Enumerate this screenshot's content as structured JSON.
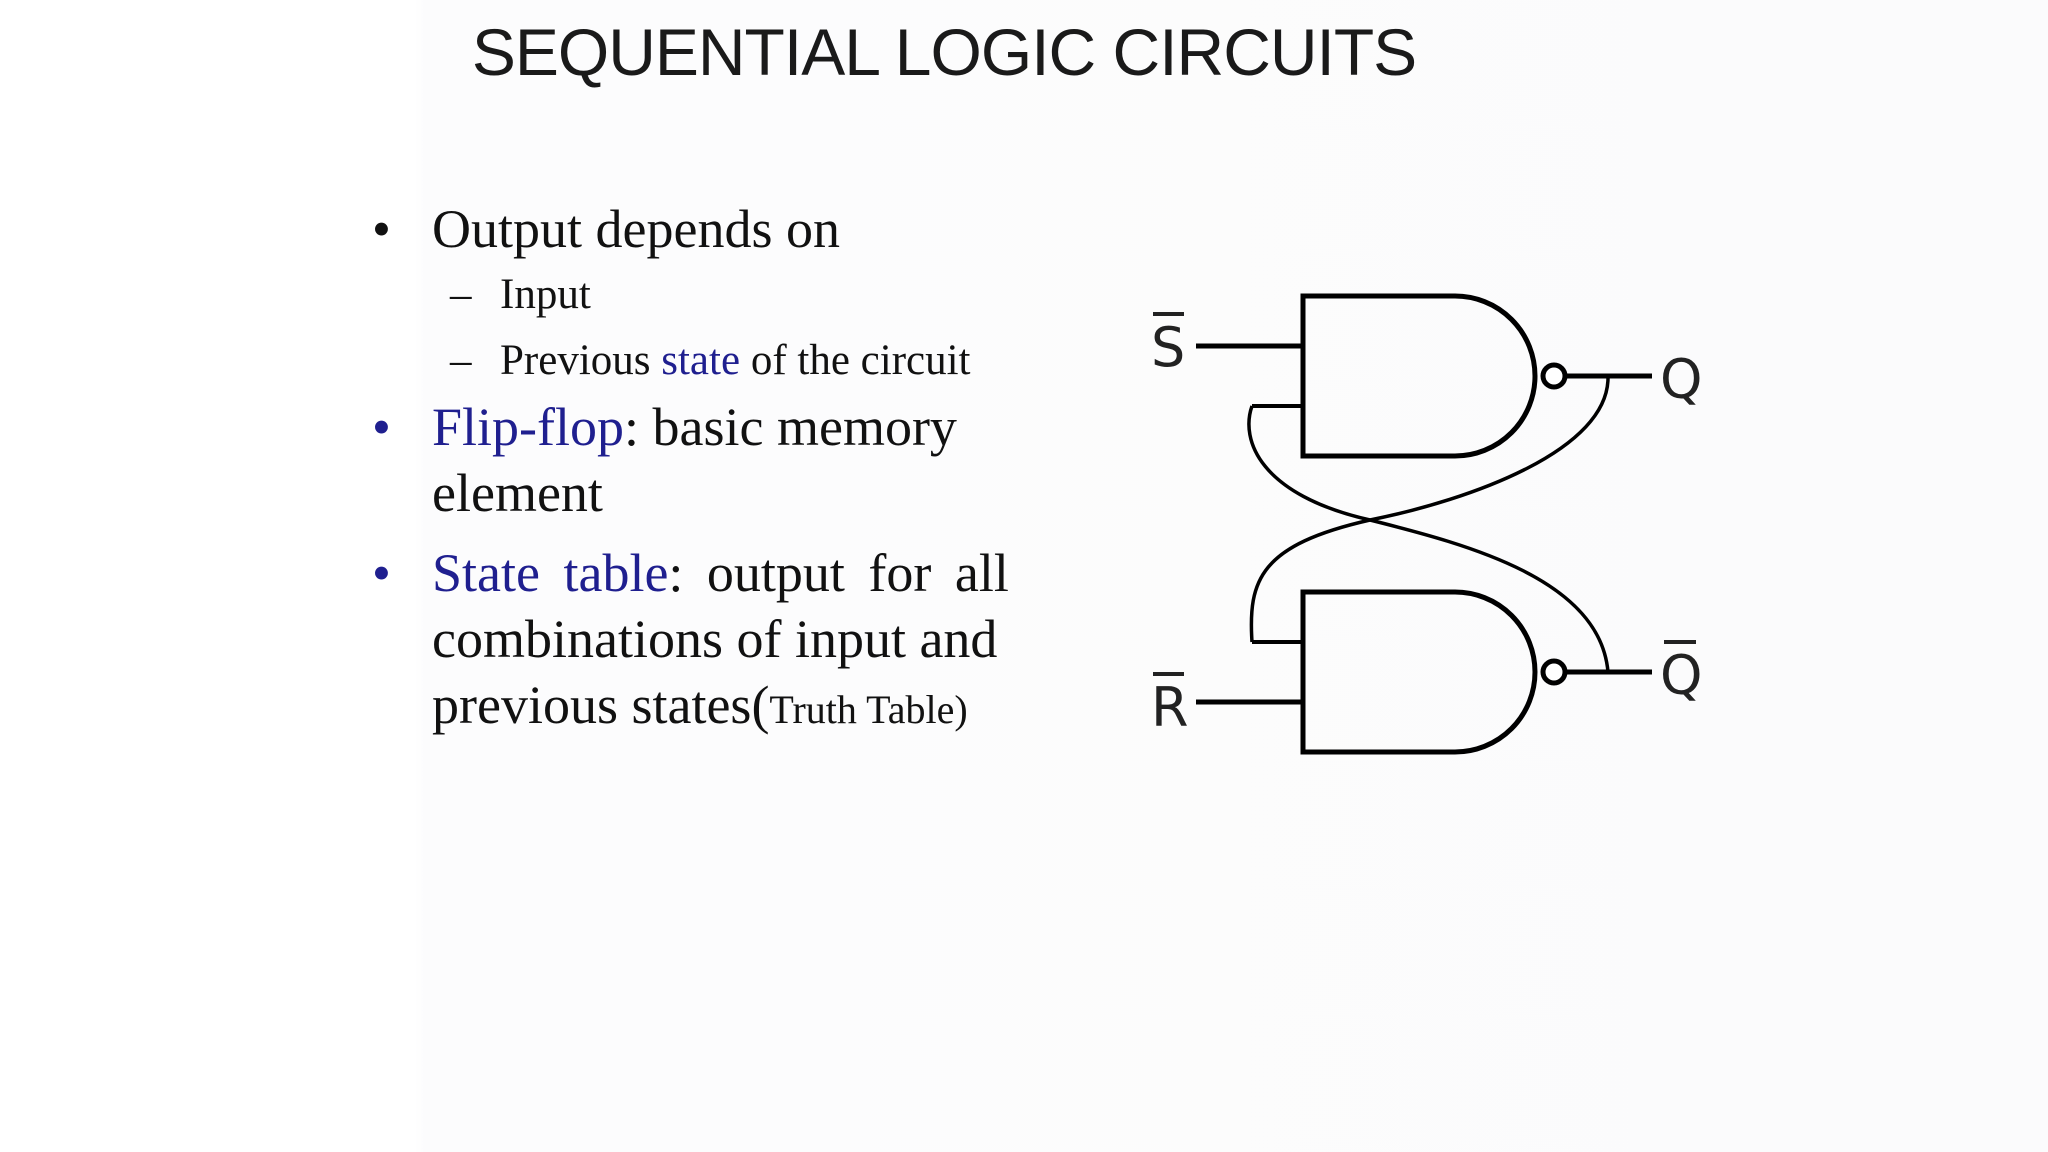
{
  "title": "SEQUENTIAL LOGIC CIRCUITS",
  "bullets": {
    "b1": {
      "text": "Output depends on",
      "subs": [
        "Input",
        "Previous",
        "state",
        "of the circuit"
      ]
    },
    "b2": {
      "term": "Flip-flop",
      "rest_line1": ": basic memory",
      "rest_line2": "element"
    },
    "b3": {
      "term": "State table",
      "rest_line1": ": output for all",
      "rest_line2": "combinations of input and",
      "rest_line3": "previous states(",
      "small": "Truth Table)"
    },
    "bullet_char": "•",
    "dash_char": "–"
  },
  "diagram": {
    "label_s": "S",
    "label_r": "R",
    "label_q": "Q",
    "label_qbar": "Q"
  },
  "colors": {
    "accent_blue": "#1f1f8f",
    "text": "#111111"
  }
}
